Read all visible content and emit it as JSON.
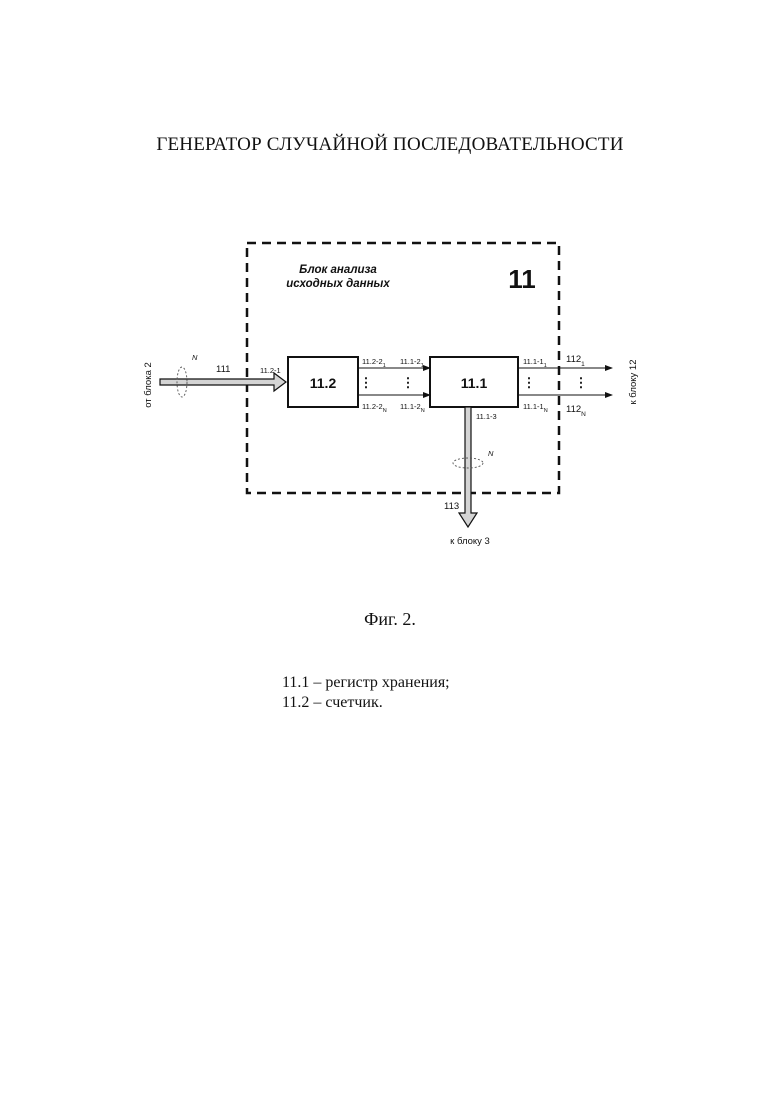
{
  "document": {
    "title": "ГЕНЕРАТОР СЛУЧАЙНОЙ ПОСЛЕДОВАТЕЛЬНОСТИ",
    "figure_caption": "Фиг. 2.",
    "legend": [
      "11.1 – регистр хранения;",
      "11.2 – счетчик."
    ]
  },
  "diagram": {
    "outer_block": {
      "title_line1": "Блок анализа",
      "title_line2": "исходных данных",
      "number": "11"
    },
    "box_counter": {
      "label": "11.2"
    },
    "box_register": {
      "label": "11.1"
    },
    "input": {
      "source": "от блока  2",
      "bus_label": "111",
      "pin": "11.2-1",
      "bus_width": "N"
    },
    "counter_outputs": {
      "first": {
        "base": "11.2-2",
        "sub": "1"
      },
      "last": {
        "base": "11.2-2",
        "sub": "N"
      }
    },
    "register_inputs": {
      "first": {
        "base": "11.1-2",
        "sub": "1"
      },
      "last": {
        "base": "11.1-2",
        "sub": "N"
      }
    },
    "register_outputs": {
      "first": {
        "base": "11.1-1",
        "sub": "1"
      },
      "last": {
        "base": "11.1-1",
        "sub": "N"
      }
    },
    "output_lines": {
      "first": {
        "base": "112",
        "sub": "1"
      },
      "last": {
        "base": "112",
        "sub": "N"
      },
      "destination": "к блоку  12"
    },
    "bottom_output": {
      "pin": "11.1-3",
      "bus_label": "113",
      "bus_width": "N",
      "destination": "к блоку  3"
    },
    "dots": "⋮"
  }
}
